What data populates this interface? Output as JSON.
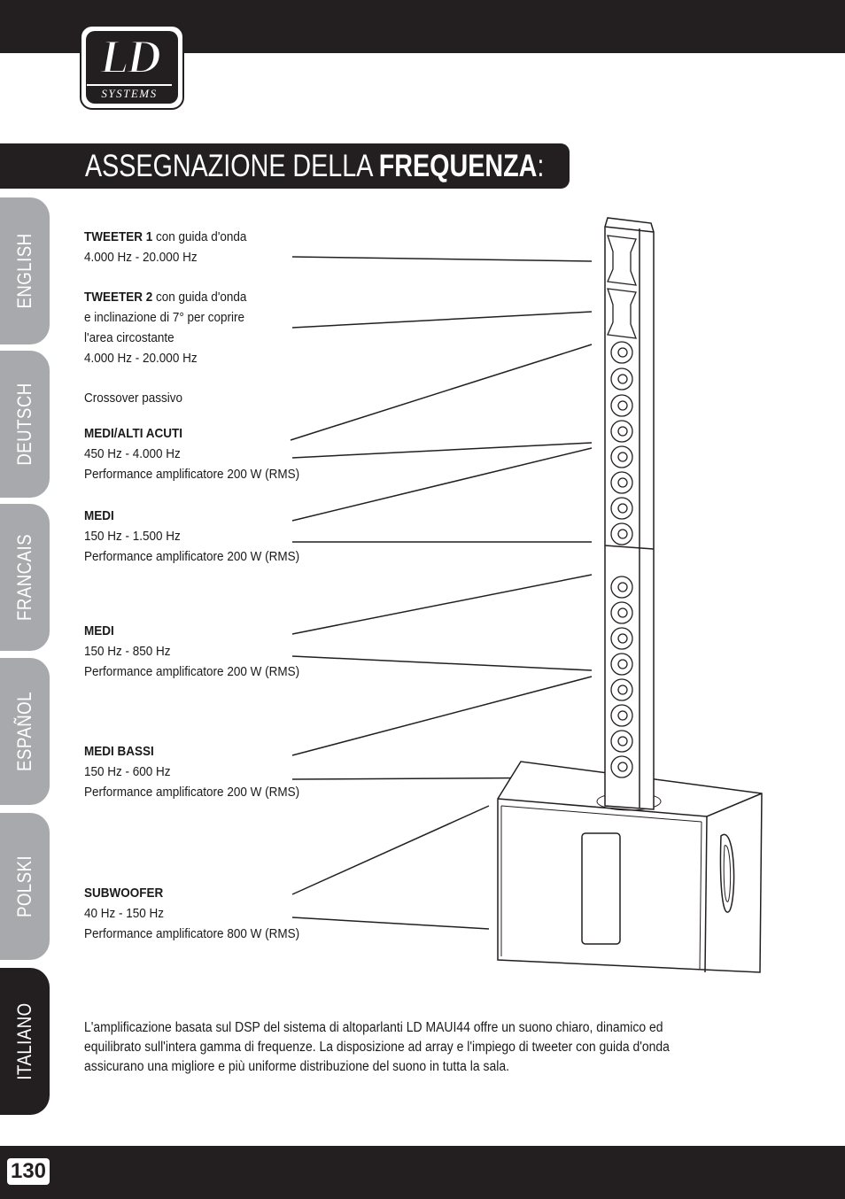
{
  "brand": {
    "logo_main": "LD",
    "logo_sub": "SYSTEMS"
  },
  "heading": {
    "light": "ASSEGNAZIONE DELLA ",
    "bold": "FREQUENZA",
    "suffix": ":"
  },
  "language_tabs": [
    {
      "label": "ENGLISH",
      "active": false
    },
    {
      "label": "DEUTSCH",
      "active": false
    },
    {
      "label": "FRANCAIS",
      "active": false
    },
    {
      "label": "ESPAÑOL",
      "active": false
    },
    {
      "label": "POLSKI",
      "active": false
    },
    {
      "label": "ITALIANO",
      "active": true
    }
  ],
  "specs": {
    "tweeter1": {
      "title": "TWEETER 1",
      "title_suffix": " con guida d'onda",
      "line2": "4.000 Hz - 20.000 Hz"
    },
    "tweeter2": {
      "title": "TWEETER 2",
      "title_suffix": " con guida d'onda",
      "line2": "e inclinazione di 7° per coprire",
      "line3": "l'area circostante",
      "line4": "4.000 Hz - 20.000 Hz"
    },
    "crossover": "Crossover passivo",
    "medi_alti": {
      "title": "MEDI/ALTI ACUTI",
      "range": "450 Hz - 4.000 Hz",
      "power": "Performance amplificatore 200 W (RMS)"
    },
    "medi1": {
      "title": "MEDI",
      "range": "150 Hz - 1.500 Hz",
      "power": "Performance amplificatore 200 W (RMS)"
    },
    "medi2": {
      "title": "MEDI",
      "range": "150 Hz - 850 Hz",
      "power": "Performance amplificatore 200 W (RMS)"
    },
    "medi_bassi": {
      "title": "MEDI BASSI",
      "range": "150 Hz - 600 Hz",
      "power": "Performance amplificatore 200 W (RMS)"
    },
    "subwoofer": {
      "title": "SUBWOOFER",
      "range": "40 Hz - 150 Hz",
      "power": "Performance amplificatore 800 W (RMS)"
    }
  },
  "description": "L'amplificazione basata sul DSP del sistema di altoparlanti LD MAUI44 offre un suono chiaro, dinamico ed equilibrato sull'intera gamma di frequenze. La disposizione ad array e l'impiego di tweeter con guida d'onda assicurano una migliore e più uniforme distribuzione del suono in tutta la sala.",
  "page_number": "130",
  "colors": {
    "dark": "#231f20",
    "tab_inactive": "#a7a9ac",
    "tab_active": "#231f20"
  }
}
